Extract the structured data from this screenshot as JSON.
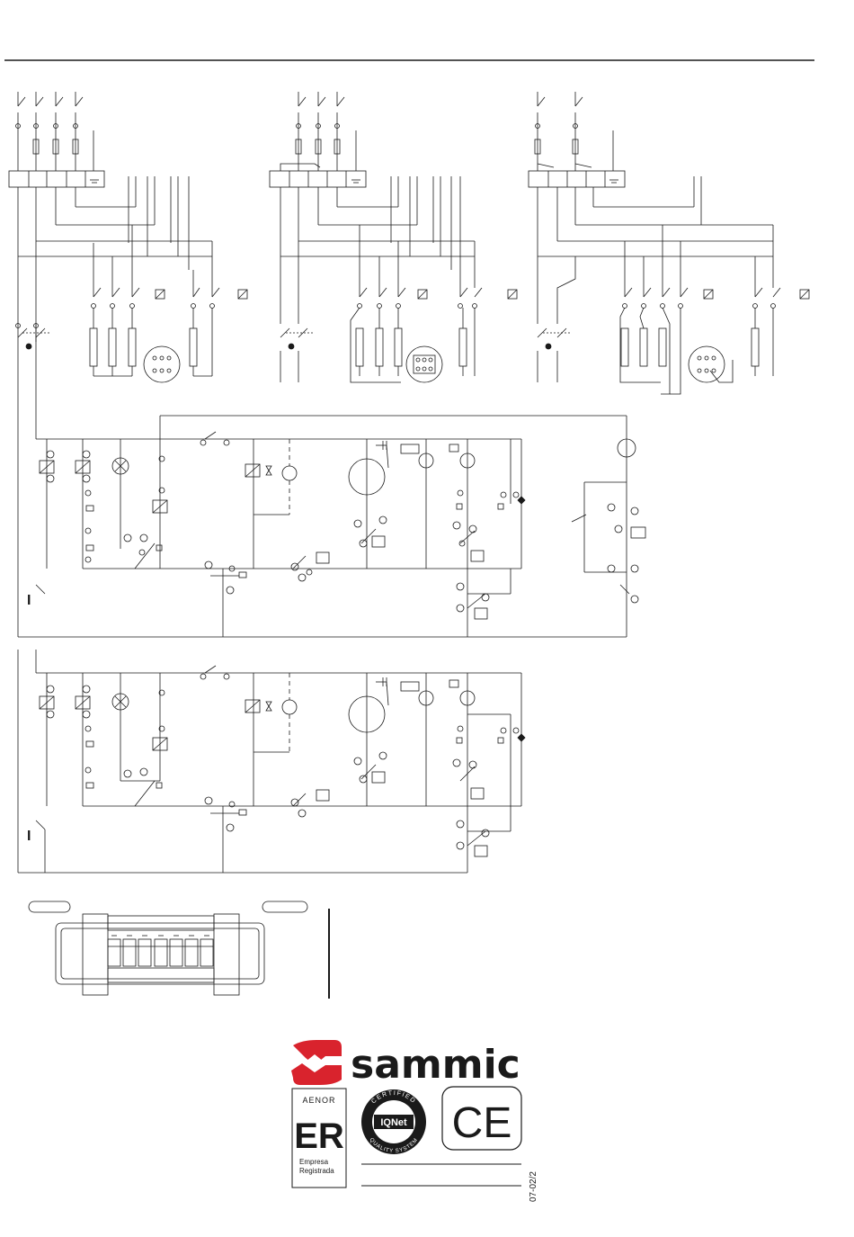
{
  "document": {
    "top_rule": "horizontal page rule",
    "diagrams": [
      {
        "id": "power-left",
        "desc": "three-phase wiring with terminal block"
      },
      {
        "id": "power-middle",
        "desc": "three-phase wiring with terminal block"
      },
      {
        "id": "power-right",
        "desc": "single-phase wiring with terminal block"
      },
      {
        "id": "control-upper",
        "desc": "control circuit"
      },
      {
        "id": "control-lower",
        "desc": "control circuit"
      },
      {
        "id": "terminal-strip",
        "desc": "terminal strip detail"
      }
    ],
    "switch_labels": [
      "I",
      "I"
    ]
  },
  "footer": {
    "brand": "sammic",
    "aenor": {
      "top": "AENOR",
      "big": "ER",
      "caption_line1": "Empresa",
      "caption_line2": "Registrada"
    },
    "iqnet": {
      "arc_top": "CERTIFIED",
      "center": "IQNet",
      "arc_bottom": "QUALITY SYSTEM"
    },
    "ce_mark": "CE",
    "doc_code": "07-02/2"
  },
  "colors": {
    "brand_red": "#d9232d",
    "ink": "#1a1a1a"
  }
}
